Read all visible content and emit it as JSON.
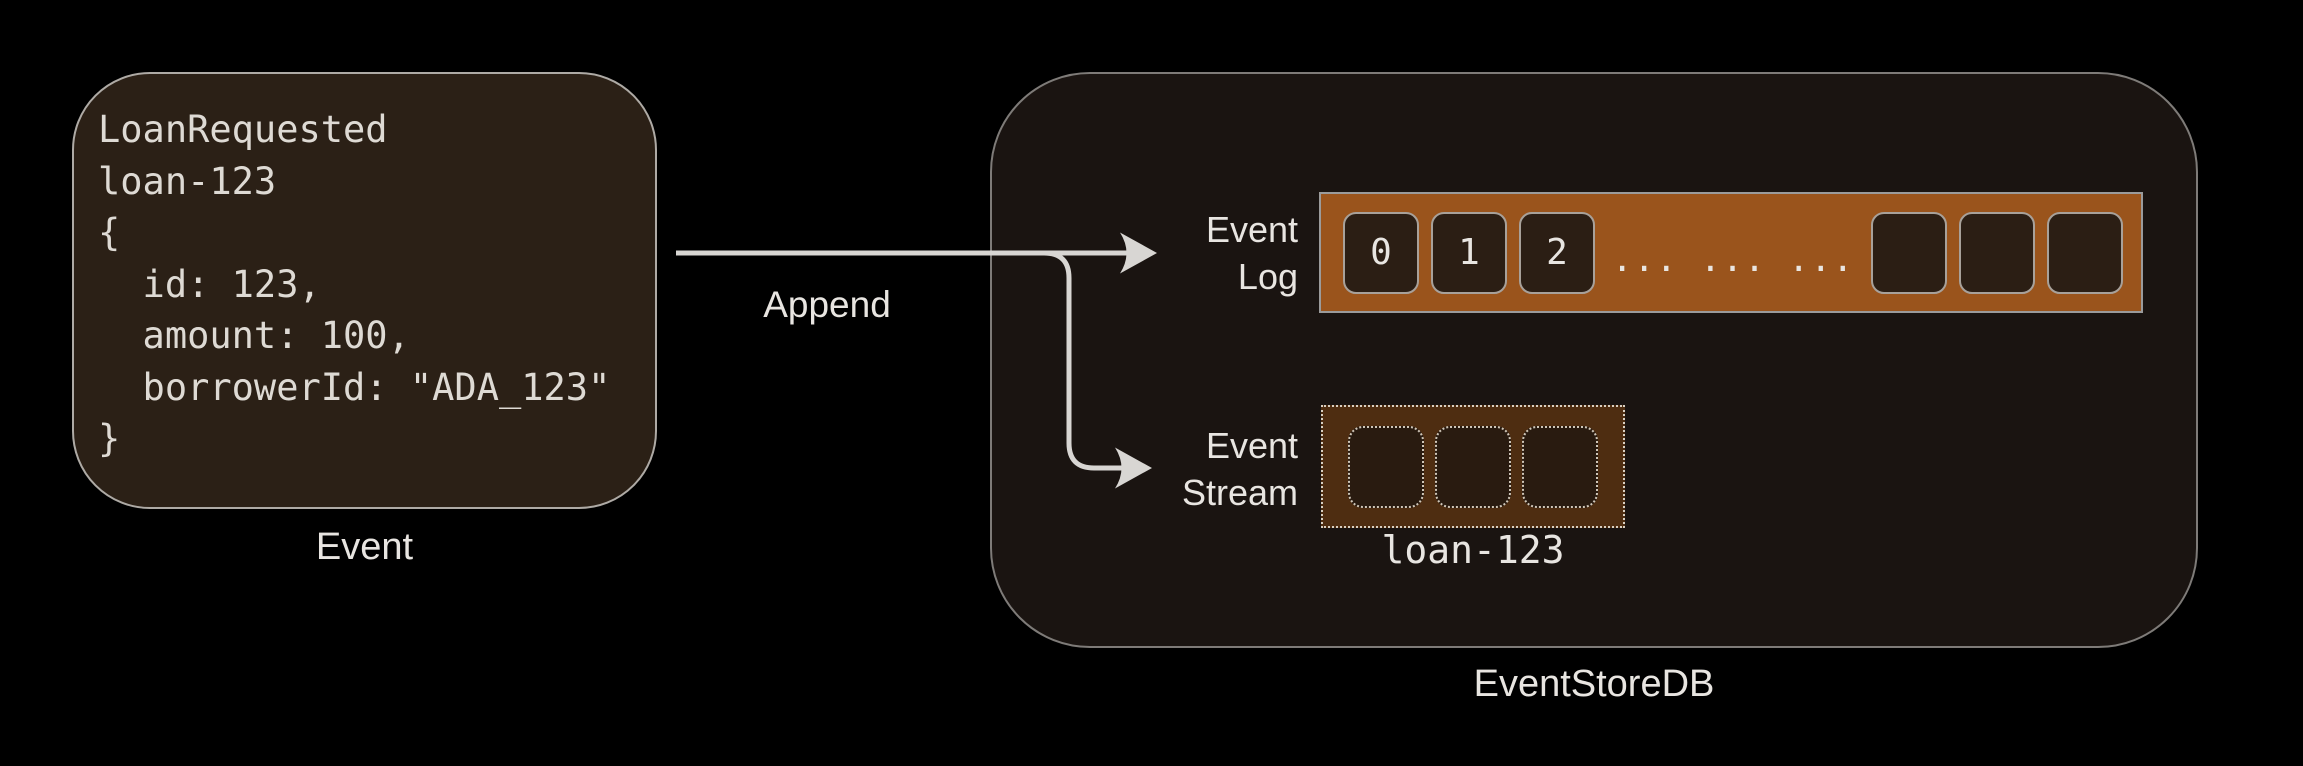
{
  "event_card": {
    "code_lines": [
      "LoanRequested",
      "loan-123",
      "{",
      "  id: 123,",
      "  amount: 100,",
      "  borrowerId: \"ADA_123\"",
      "}"
    ],
    "caption": "Event"
  },
  "append": {
    "label": "Append"
  },
  "eventstoredb": {
    "caption": "EventStoreDB",
    "event_log": {
      "label": [
        "Event",
        "Log"
      ],
      "indexed_cells": [
        "0",
        "1",
        "2"
      ],
      "ellipsis": "... ... ...",
      "empty_cell_count": 3
    },
    "event_stream": {
      "label": [
        "Event",
        "Stream"
      ],
      "placeholder_cell_count": 3,
      "stream_name": "loan-123"
    }
  },
  "colors": {
    "background": "#000000",
    "card_fill": "#2B2016",
    "card_border": "#AEAAA5",
    "store_fill": "#1A1411",
    "store_border": "#7E7B78",
    "log_bar_fill": "#9A541C",
    "log_bar_border": "#9B9B9B",
    "cell_fill": "#2B1E14",
    "cell_border": "#A8A19A",
    "stream_fill": "#4E2D11",
    "stream_border": "#D8CFC1",
    "stream_cell_fill": "#291B10",
    "stream_cell_border": "#CFC6B8",
    "arrow": "#D8D6D3",
    "text_primary": "#E8E5E1",
    "code_text": "#DEDAD4"
  }
}
